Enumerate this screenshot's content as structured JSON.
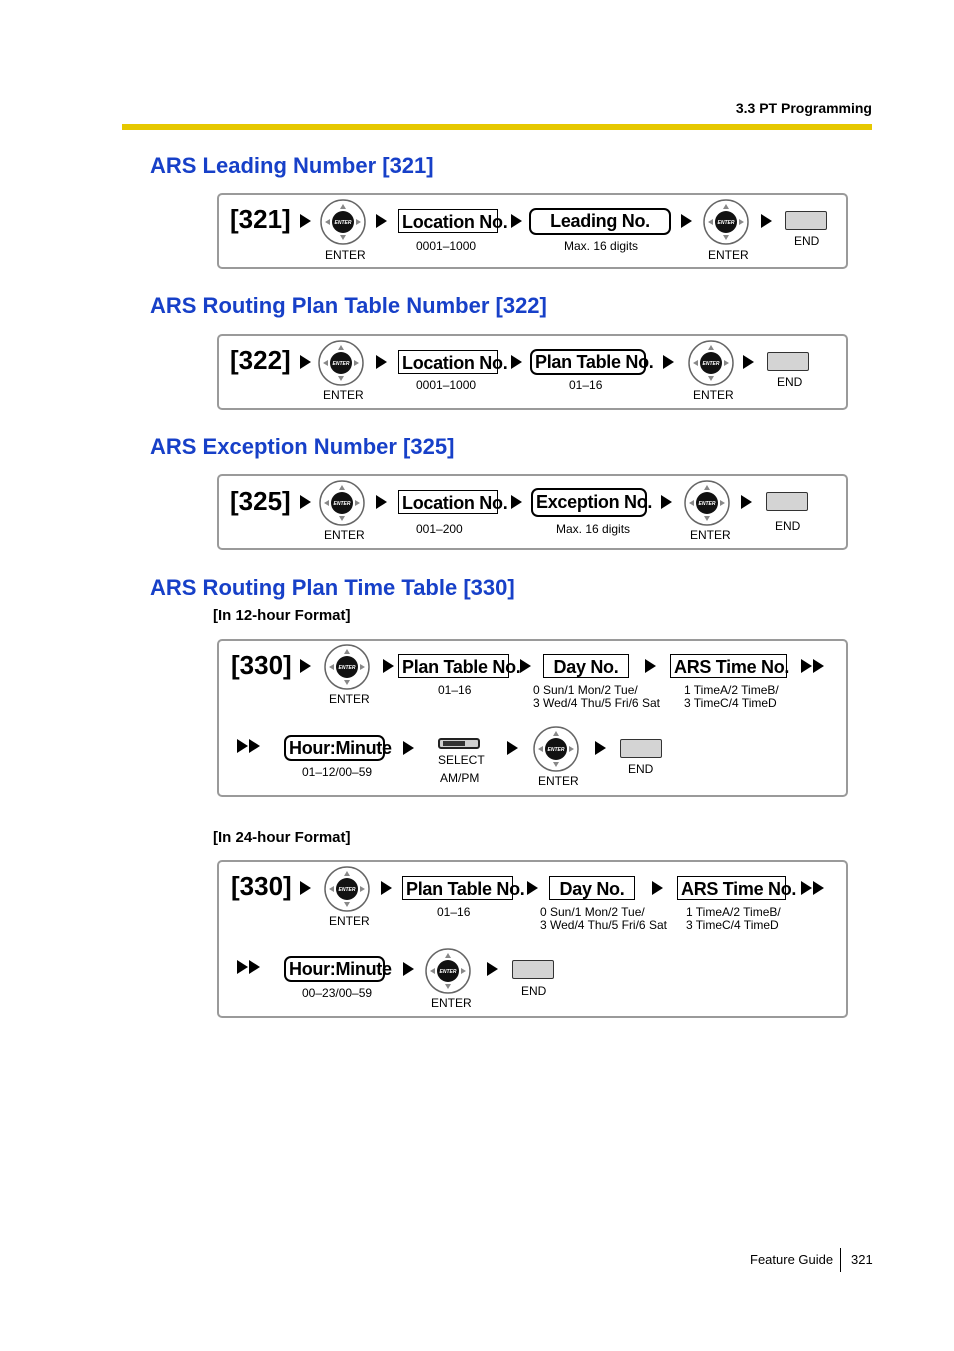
{
  "header": {
    "section": "3.3 PT Programming"
  },
  "sections": {
    "s321": {
      "title": "ARS Leading Number [321]",
      "code": "[321]",
      "field1": "Location No.",
      "field1_range": "0001–1000",
      "field2": "Leading No.",
      "field2_range": "Max. 16 digits"
    },
    "s322": {
      "title": "ARS Routing Plan Table Number [322]",
      "code": "[322]",
      "field1": "Location No.",
      "field1_range": "0001–1000",
      "field2": "Plan Table No.",
      "field2_range": "01–16"
    },
    "s325": {
      "title": "ARS Exception Number [325]",
      "code": "[325]",
      "field1": "Location No.",
      "field1_range": "001–200",
      "field2": "Exception No.",
      "field2_range": "Max. 16 digits"
    },
    "s330": {
      "title": "ARS Routing Plan Time Table [330]",
      "code": "[330]",
      "fmt12": "[In 12-hour Format]",
      "fmt24": "[In 24-hour Format]",
      "plan": "Plan Table No.",
      "plan_range": "01–16",
      "day": "Day No.",
      "day_range_1": "0 Sun/1 Mon/2 Tue/",
      "day_range_2": "3 Wed/4 Thu/5 Fri/6 Sat",
      "ars_time": "ARS Time No.",
      "ars_range_1": "1 TimeA/2 TimeB/",
      "ars_range_2": "3 TimeC/4 TimeD",
      "hour": "Hour:Minute",
      "hour_range_12": "01–12/00–59",
      "hour_range_24": "00–23/00–59",
      "select": "SELECT",
      "ampm": "AM/PM"
    }
  },
  "keys": {
    "enter": "ENTER",
    "end": "END",
    "enter_cap": "ENTER"
  },
  "footer": {
    "guide": "Feature Guide",
    "page": "321"
  }
}
